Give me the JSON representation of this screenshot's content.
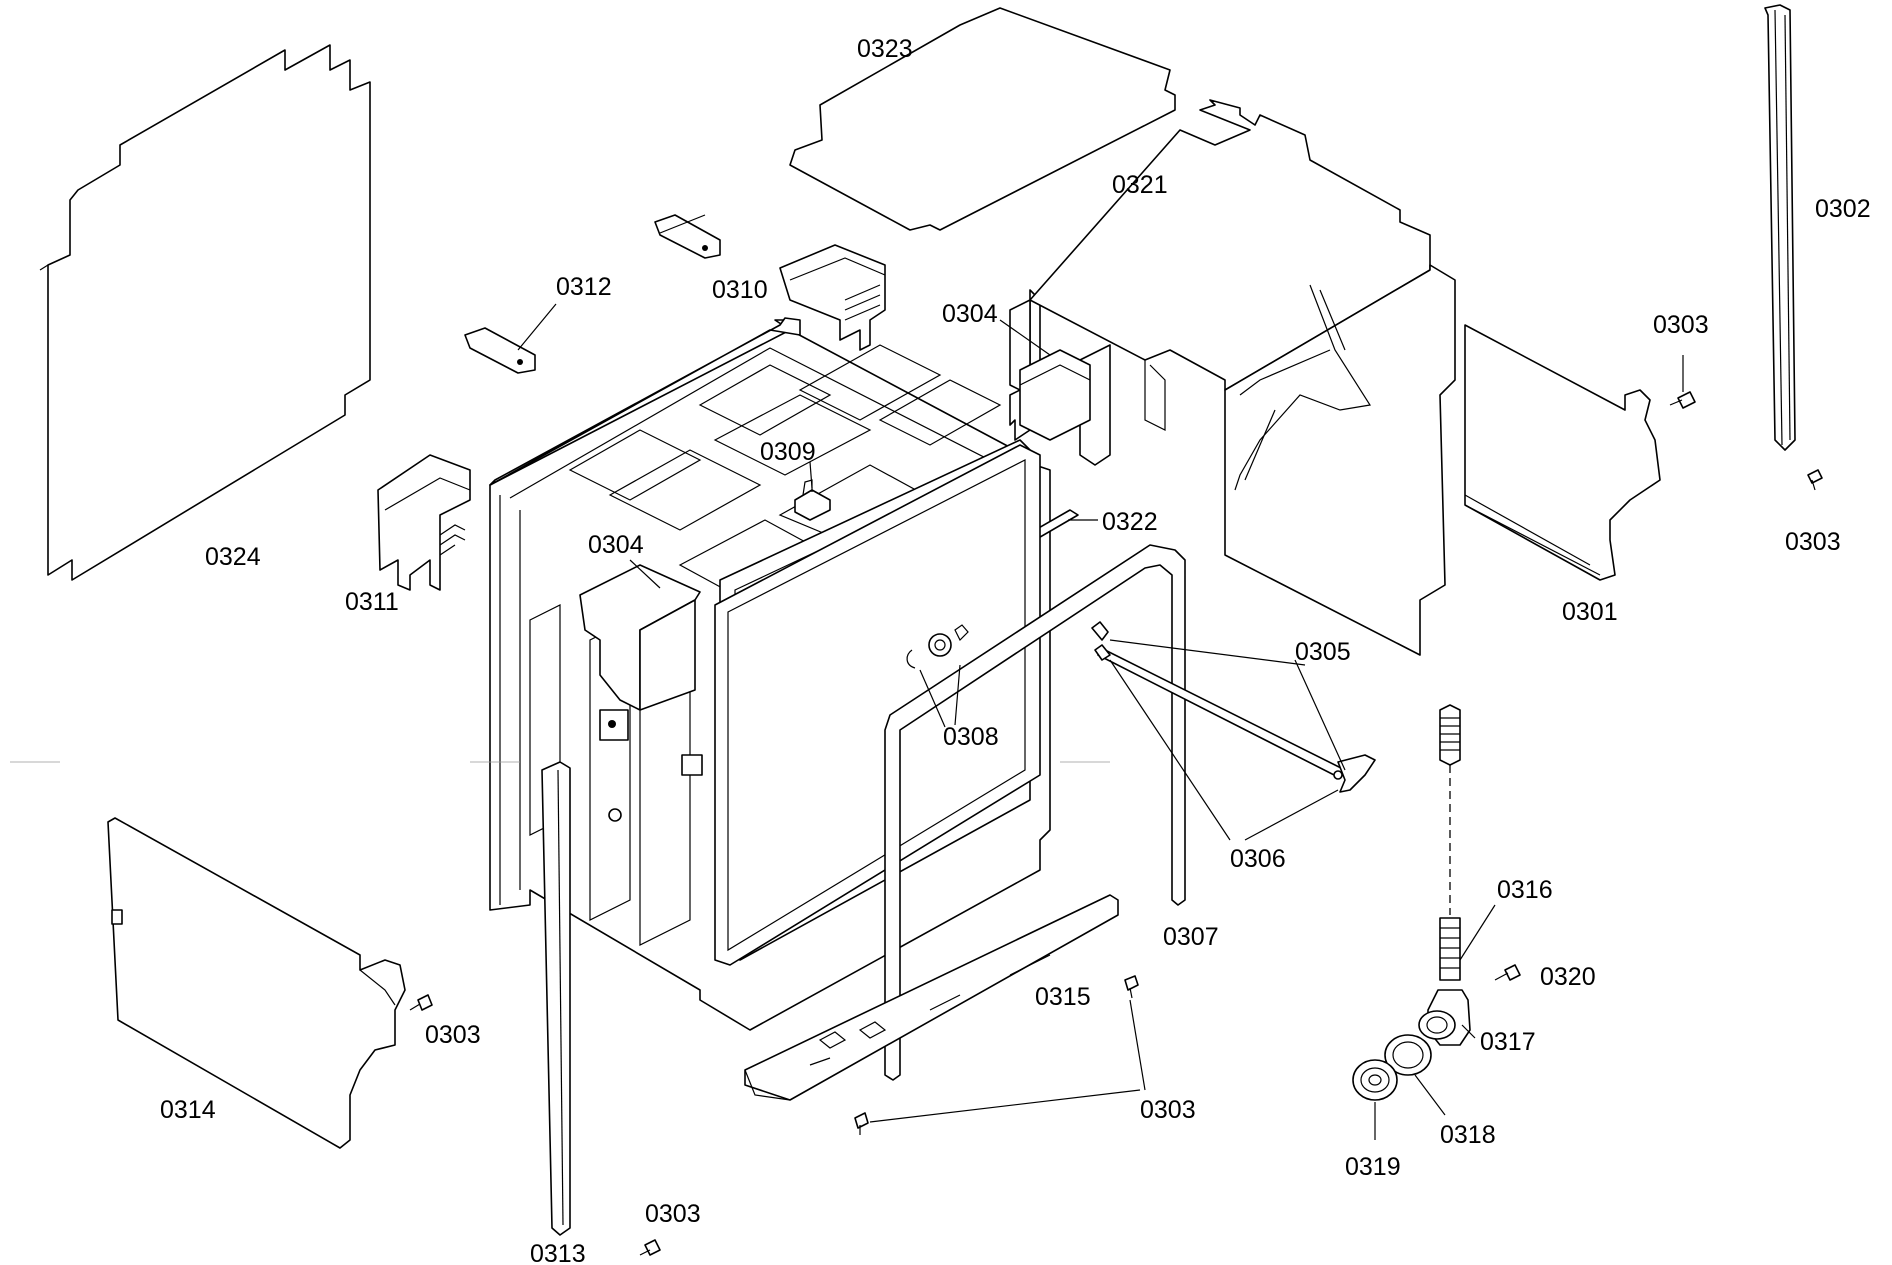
{
  "labels": {
    "l0301": "0301",
    "l0302": "0302",
    "l0303a": "0303",
    "l0303b": "0303",
    "l0303c": "0303",
    "l0303d": "0303",
    "l0303e": "0303",
    "l0304a": "0304",
    "l0304b": "0304",
    "l0305": "0305",
    "l0306": "0306",
    "l0307": "0307",
    "l0308": "0308",
    "l0309": "0309",
    "l0310": "0310",
    "l0311": "0311",
    "l0312": "0312",
    "l0313": "0313",
    "l0314": "0314",
    "l0315": "0315",
    "l0316": "0316",
    "l0317": "0317",
    "l0318": "0318",
    "l0319": "0319",
    "l0320": "0320",
    "l0321": "0321",
    "l0322": "0322",
    "l0323": "0323",
    "l0324": "0324"
  }
}
